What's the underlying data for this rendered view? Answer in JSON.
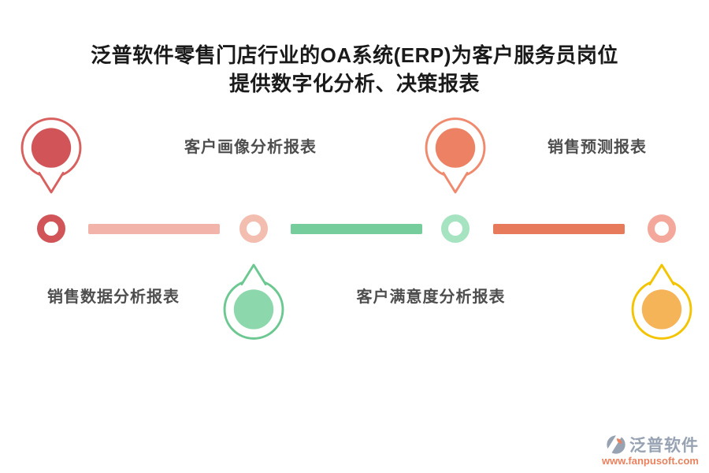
{
  "title": {
    "line1": "泛普软件零售门店行业的OA系统(ERP)为客户服务员岗位",
    "line2": "提供数字化分析、决策报表"
  },
  "labels": {
    "top_left": "客户画像分析报表",
    "top_right": "销售预测报表",
    "bottom_left": "销售数据分析报表",
    "bottom_mid": "客户满意度分析报表"
  },
  "timeline": {
    "markers": [
      {
        "position": 1,
        "type": "bubble-top",
        "color_name": "red"
      },
      {
        "position": 2,
        "type": "bubble-bottom",
        "color_name": "green"
      },
      {
        "position": 3,
        "type": "bubble-top",
        "color_name": "coral"
      },
      {
        "position": 4,
        "type": "bubble-bottom",
        "color_name": "yellow-orange"
      }
    ]
  },
  "logo": {
    "name": "泛普软件",
    "url": "www.fanpusoft.com"
  },
  "colors": {
    "title_color": "#1a1a1a",
    "label_color": "#4e4e4e",
    "red": "#d15558",
    "red_stroke": "#d8605e",
    "pink_light": "#f2b4aa",
    "pink_ring": "#f3bdb0",
    "green": "#74cd9a",
    "green_ring": "#a6e3c1",
    "green_stroke": "#6cc891",
    "green_fill": "#8cd8ac",
    "coral": "#e87a5c",
    "coral_stroke": "#f08a6e",
    "coral_fill": "#ed8164",
    "pink_ring2": "#f4a89b",
    "yellow_stroke": "#f4c400",
    "orange_fill": "#f6b458",
    "logo_grey": "#97a2b2",
    "logo_orange": "#e9825e"
  }
}
